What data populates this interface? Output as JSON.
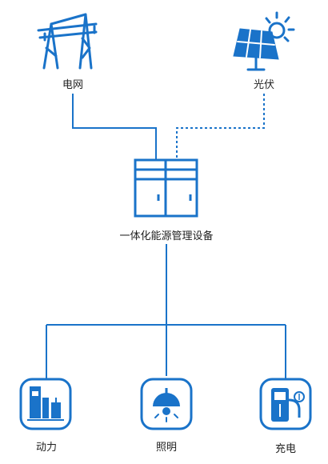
{
  "nodes": {
    "grid": {
      "label": "电网",
      "icon": "power-tower-icon"
    },
    "solar": {
      "label": "光伏",
      "icon": "solar-panel-icon"
    },
    "cabinet": {
      "label": "一体化能源管理设备",
      "icon": "energy-cabinet-icon"
    },
    "power": {
      "label": "动力",
      "icon": "power-equipment-icon"
    },
    "lighting": {
      "label": "照明",
      "icon": "ceiling-lamp-icon"
    },
    "charging": {
      "label": "充电",
      "icon": "charging-pile-icon"
    }
  },
  "colors": {
    "primary": "#1a73c9"
  }
}
